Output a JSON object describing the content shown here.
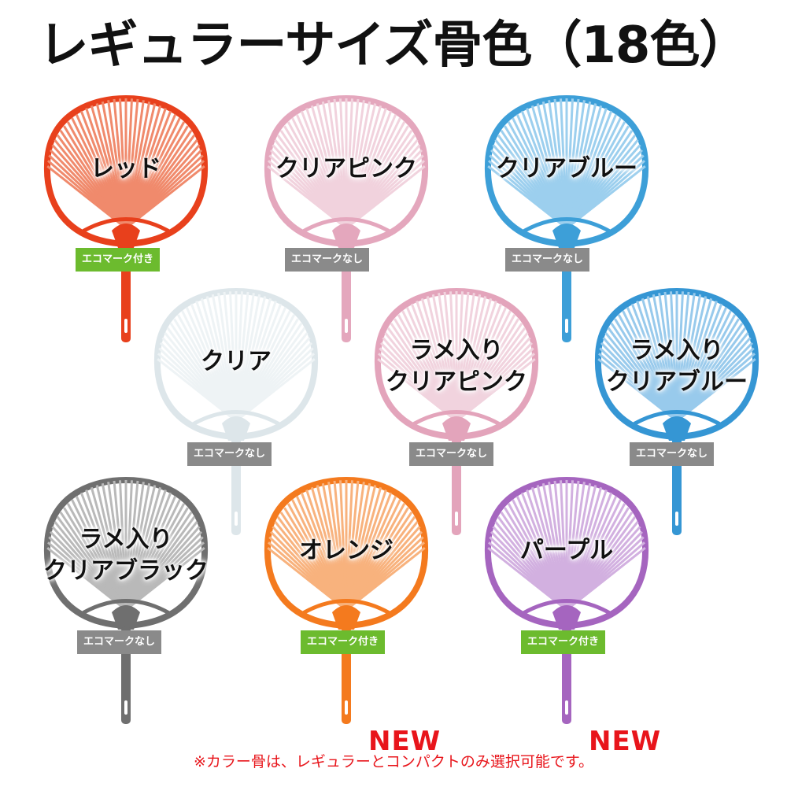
{
  "title": "レギュラーサイズ骨色（18色）",
  "footnote": "※カラー骨は、レギュラーとコンパクトのみ選択可能です。",
  "badge_styles": {
    "eco": {
      "bg": "#6cbb2e"
    },
    "none": {
      "bg": "#8a8a8a"
    }
  },
  "fans": [
    {
      "lines": [
        "レッド"
      ],
      "color": "#e8401c",
      "light": "#f08a6c",
      "badge": "エコマーク付き",
      "badge_type": "eco",
      "new": ""
    },
    {
      "lines": [
        "クリアピンク"
      ],
      "color": "#e4a7bd",
      "light": "#f1d2dd",
      "badge": "エコマークなし",
      "badge_type": "none",
      "new": ""
    },
    {
      "lines": [
        "クリアブルー"
      ],
      "color": "#3d9fd8",
      "light": "#9ccfee",
      "badge": "エコマークなし",
      "badge_type": "none",
      "new": ""
    },
    {
      "lines": [
        "クリア"
      ],
      "color": "#dde6ea",
      "light": "#eef3f5",
      "badge": "エコマークなし",
      "badge_type": "none",
      "new": ""
    },
    {
      "lines": [
        "ラメ入り",
        "クリアピンク"
      ],
      "color": "#e3a4bb",
      "light": "#f1d3de",
      "badge": "エコマークなし",
      "badge_type": "none",
      "new": ""
    },
    {
      "lines": [
        "ラメ入り",
        "クリアブルー"
      ],
      "color": "#3596d4",
      "light": "#98caec",
      "badge": "エコマークなし",
      "badge_type": "none",
      "new": ""
    },
    {
      "lines": [
        "ラメ入り",
        "クリアブラック"
      ],
      "color": "#6f6f6f",
      "light": "#b9b9b9",
      "badge": "エコマークなし",
      "badge_type": "none",
      "new": ""
    },
    {
      "lines": [
        "オレンジ"
      ],
      "color": "#f47a1e",
      "light": "#f8b27d",
      "badge": "エコマーク付き",
      "badge_type": "eco",
      "new": "NEW"
    },
    {
      "lines": [
        "パープル"
      ],
      "color": "#a565bf",
      "light": "#d2b0e0",
      "badge": "エコマーク付き",
      "badge_type": "eco",
      "new": "NEW"
    }
  ]
}
